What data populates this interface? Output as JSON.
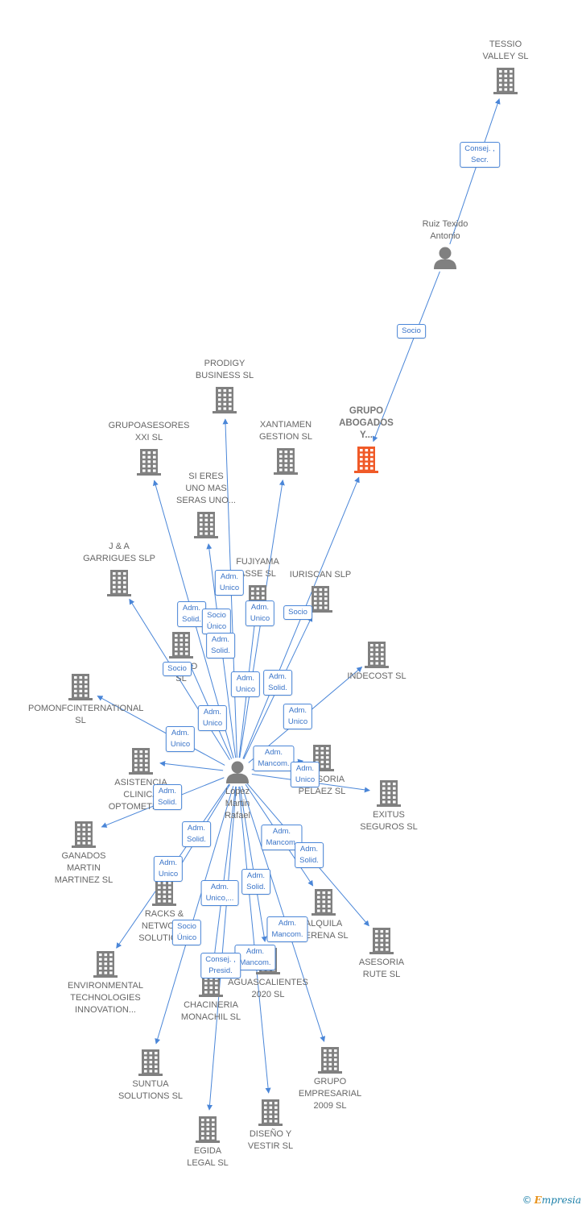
{
  "colors": {
    "edge": "#4a86d8",
    "building": "#808080",
    "focus_building": "#f05a28",
    "person": "#808080"
  },
  "nodes": [
    {
      "id": "tessio",
      "type": "company",
      "label": "TESSIO\nVALLEY SL"
    },
    {
      "id": "ruiz",
      "type": "person",
      "label": "Ruiz Texido\nAntonio"
    },
    {
      "id": "grupo_abogados",
      "type": "company",
      "focus": true,
      "label": "GRUPO\nABOGADOS\nY..."
    },
    {
      "id": "prodigy",
      "type": "company",
      "label": "PRODIGY\nBUSINESS SL"
    },
    {
      "id": "grupoasesores",
      "type": "company",
      "label": "GRUPOASESORES\nXXI  SL"
    },
    {
      "id": "xantiamen",
      "type": "company",
      "label": "XANTIAMEN\nGESTION SL"
    },
    {
      "id": "si_eres",
      "type": "company",
      "label": "SI ERES\nUNO MAS\nSERAS UNO..."
    },
    {
      "id": "ja_garrigues",
      "type": "company",
      "label": "J & A\nGARRIGUES SLP"
    },
    {
      "id": "fujiyama",
      "type": "company",
      "label": "FUJIYAMA\nASSE  SL"
    },
    {
      "id": "iuriscan",
      "type": "company",
      "label": "IURISCAN  SLP"
    },
    {
      "id": "pa_rro",
      "type": "company",
      "label": "PA         RRO\nSL"
    },
    {
      "id": "indecost",
      "type": "company",
      "label": "INDECOST SL"
    },
    {
      "id": "pomonf",
      "type": "company",
      "label": "POMONFCINTERNATIONAL\nSL"
    },
    {
      "id": "asistencia",
      "type": "company",
      "label": "ASISTENCIA\nCLINICA\nOPTOMETRICA"
    },
    {
      "id": "asesoria_pelaez",
      "type": "company",
      "label": "ASESORIA\nPELAEZ SL"
    },
    {
      "id": "exitus",
      "type": "company",
      "label": "EXITUS\nSEGUROS SL"
    },
    {
      "id": "lopez",
      "type": "person",
      "label": "Lopez\nMartin\nRafael"
    },
    {
      "id": "ganados",
      "type": "company",
      "label": "GANADOS\nMARTIN\nMARTINEZ SL"
    },
    {
      "id": "racks",
      "type": "company",
      "label": "RACKS &\nNETWORK\nSOLUTIONS"
    },
    {
      "id": "alquila",
      "type": "company",
      "label": "ALQUILA\nSERENA  SL"
    },
    {
      "id": "asesoria_rute",
      "type": "company",
      "label": "ASESORIA\nRUTE SL"
    },
    {
      "id": "environmental",
      "type": "company",
      "label": "ENVIRONMENTAL\nTECHNOLOGIES\nINNOVATION..."
    },
    {
      "id": "aguascalientes",
      "type": "company",
      "label": "AGUASCALIENTES\n2020  SL"
    },
    {
      "id": "chacineria",
      "type": "company",
      "label": "CHACINERIA\nMONACHIL SL"
    },
    {
      "id": "suntua",
      "type": "company",
      "label": "SUNTUA\nSOLUTIONS  SL"
    },
    {
      "id": "grupo_empresarial",
      "type": "company",
      "label": "GRUPO\nEMPRESARIAL\n2009 SL"
    },
    {
      "id": "diseno",
      "type": "company",
      "label": "DISEÑO Y\nVESTIR SL"
    },
    {
      "id": "egida",
      "type": "company",
      "label": "EGIDA\nLEGAL  SL"
    }
  ],
  "edges": [
    {
      "from": "ruiz",
      "to": "tessio",
      "label": "Consej. ,\nSecr."
    },
    {
      "from": "ruiz",
      "to": "grupo_abogados",
      "label": "Socio"
    },
    {
      "from": "lopez",
      "to": "prodigy",
      "label": "Adm.\nUnico"
    },
    {
      "from": "lopez",
      "to": "grupoasesores",
      "label": "Adm.\nSolid."
    },
    {
      "from": "lopez",
      "to": "xantiamen",
      "label": "Adm.\nUnico"
    },
    {
      "from": "lopez",
      "to": "si_eres",
      "label": "Socio\nÚnico"
    },
    {
      "from": "lopez",
      "to": "ja_garrigues",
      "label": "Socio"
    },
    {
      "from": "lopez",
      "to": "fujiyama",
      "label": "Adm.\nSolid."
    },
    {
      "from": "lopez",
      "to": "iuriscan",
      "label": "Socio"
    },
    {
      "from": "lopez",
      "to": "grupo_abogados",
      "label": "Adm.\nSolid."
    },
    {
      "from": "lopez",
      "to": "pa_rro",
      "label": "Adm.\nUnico"
    },
    {
      "from": "lopez",
      "to": "indecost",
      "label": "Adm.\nUnico"
    },
    {
      "from": "lopez",
      "to": "pomonf",
      "label": "Adm.\nUnico"
    },
    {
      "from": "lopez",
      "to": "asistencia",
      "label": "Adm.\nUnico"
    },
    {
      "from": "lopez",
      "to": "asesoria_pelaez",
      "label": "Adm.\nMancom."
    },
    {
      "from": "lopez",
      "to": "exitus",
      "label": "Adm.\nUnico"
    },
    {
      "from": "lopez",
      "to": "ganados",
      "label": "Adm.\nSolid."
    },
    {
      "from": "lopez",
      "to": "racks",
      "label": "Adm.\nSolid."
    },
    {
      "from": "lopez",
      "to": "environmental",
      "label": "Adm.\nUnico"
    },
    {
      "from": "lopez",
      "to": "alquila",
      "label": "Adm.\nMancom."
    },
    {
      "from": "lopez",
      "to": "asesoria_rute",
      "label": "Adm.\nSolid."
    },
    {
      "from": "lopez",
      "to": "aguascalientes",
      "label": "Adm.\nSolid."
    },
    {
      "from": "lopez",
      "to": "chacineria",
      "label": "Adm.\nUnico,..."
    },
    {
      "from": "lopez",
      "to": "suntua",
      "label": "Socio\nÚnico"
    },
    {
      "from": "lopez",
      "to": "grupo_empresarial",
      "label": "Adm.\nMancom."
    },
    {
      "from": "lopez",
      "to": "diseno",
      "label": "Adm.\nMancom."
    },
    {
      "from": "lopez",
      "to": "egida",
      "label": "Consej. ,\nPresid."
    }
  ],
  "brand": {
    "copyright": "©",
    "name_first": "E",
    "name_rest": "mpresia"
  }
}
